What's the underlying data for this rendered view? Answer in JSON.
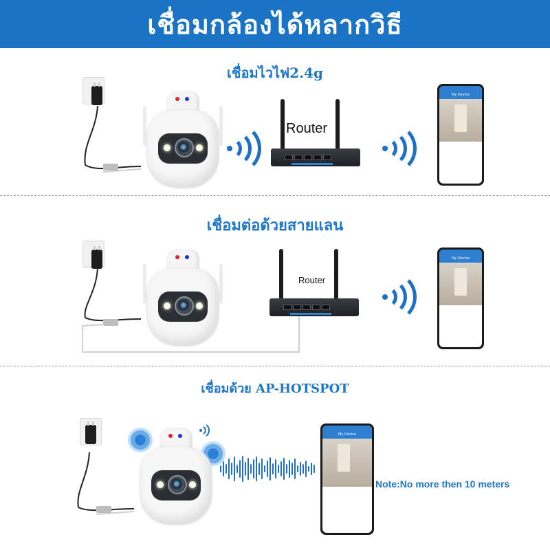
{
  "banner": {
    "title": "เชื่อมกล้องได้หลากวิธี"
  },
  "sections": {
    "wifi": {
      "title": "เชื่อมไวไฟ2.4g",
      "router_label": "Router"
    },
    "lan": {
      "title": "เชื่อมต่อด้วยสายแลน",
      "router_label": "Router"
    },
    "hotspot": {
      "title": "เชื่อมด้วย AP-HOTSPOT",
      "note": "Note:No more then 10 meters"
    }
  },
  "phone": {
    "app_title": "My Device"
  },
  "icons": {
    "wifi_signal": "wifi-signal-icon",
    "plug": "power-plug-icon",
    "camera": "security-camera-icon",
    "router": "router-icon",
    "phone": "smartphone-icon",
    "sound_wave": "sound-wave-icon"
  },
  "colors": {
    "banner": "#1a73c4",
    "accent": "#1d76c8",
    "signal": "#1e6fc6"
  }
}
